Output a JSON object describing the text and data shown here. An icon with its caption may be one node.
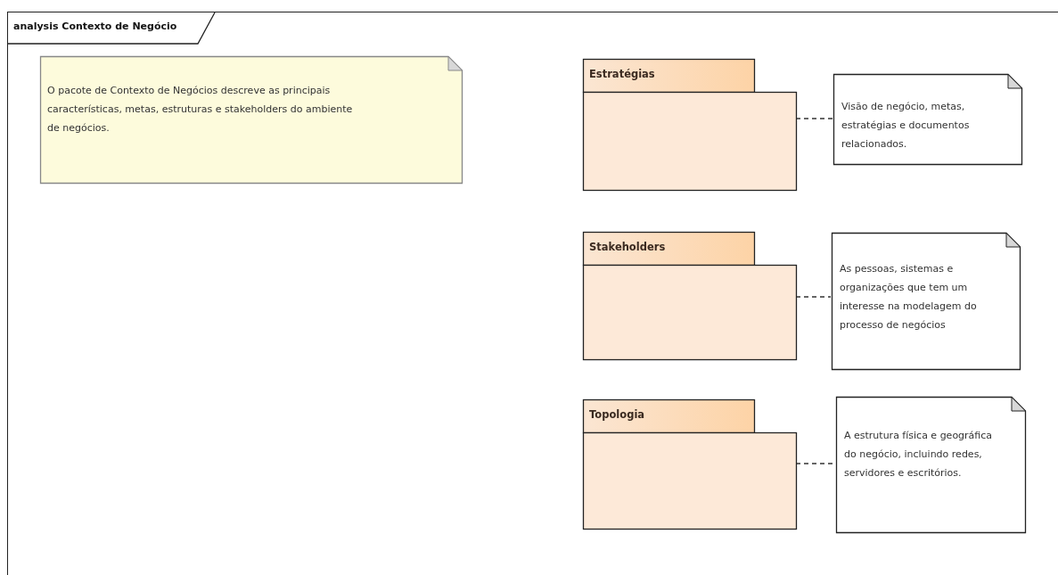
{
  "diagram": {
    "nodes": [
      {
        "text": [
          "analysis Contexto de Negócio"
        ]
      },
      {
        "text": [
          "O pacote de Contexto de Negócios descreve as principais características, metas, estruturas e stakeholders do ambiente de negócios."
        ],
        "in": 0
      },
      {
        "text": [
          "Estratégias"
        ],
        "in": 0
      },
      {
        "text": [
          "Visão de negócio, metas, estratégias e documentos relacionados."
        ],
        "in": 0
      },
      {
        "text": [
          "Stakeholders"
        ],
        "in": 0
      },
      {
        "text": [
          "As pessoas, sistemas e organizações que tem um interesse na modelagem do processo de negócios"
        ],
        "in": 0
      },
      {
        "text": [
          "Topologia"
        ],
        "in": 0
      },
      {
        "text": [
          "A estrutura física e geográfica do negócio, incluindo redes, servidores e escritórios."
        ],
        "in": 0
      }
    ],
    "edges": [
      {
        "from": 2,
        "to": 3,
        "arrow": "none",
        "style": "dashed"
      },
      {
        "from": 4,
        "to": 5,
        "arrow": "none",
        "style": "dashed"
      },
      {
        "from": 6,
        "to": 7,
        "arrow": "none",
        "style": "dashed"
      }
    ]
  }
}
